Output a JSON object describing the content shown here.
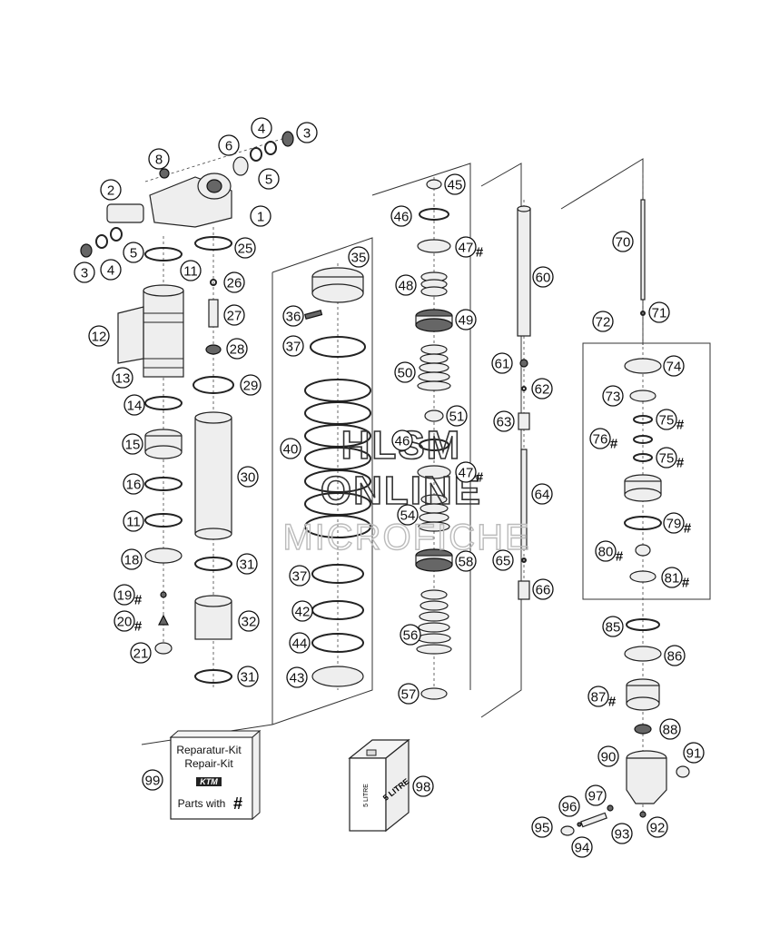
{
  "callouts": [
    {
      "n": "1"
    },
    {
      "n": "2"
    },
    {
      "n": "3"
    },
    {
      "n": "4"
    },
    {
      "n": "5"
    },
    {
      "n": "6"
    },
    {
      "n": "3"
    },
    {
      "n": "4"
    },
    {
      "n": "5"
    },
    {
      "n": "8"
    },
    {
      "n": "11"
    },
    {
      "n": "12"
    },
    {
      "n": "13"
    },
    {
      "n": "14"
    },
    {
      "n": "15"
    },
    {
      "n": "16"
    },
    {
      "n": "11"
    },
    {
      "n": "18"
    },
    {
      "n": "19",
      "hash": true
    },
    {
      "n": "20",
      "hash": true
    },
    {
      "n": "21"
    },
    {
      "n": "25"
    },
    {
      "n": "26"
    },
    {
      "n": "27"
    },
    {
      "n": "28"
    },
    {
      "n": "29"
    },
    {
      "n": "30"
    },
    {
      "n": "31"
    },
    {
      "n": "32"
    },
    {
      "n": "31"
    },
    {
      "n": "35"
    },
    {
      "n": "36"
    },
    {
      "n": "37"
    },
    {
      "n": "40"
    },
    {
      "n": "37"
    },
    {
      "n": "42"
    },
    {
      "n": "44"
    },
    {
      "n": "43"
    },
    {
      "n": "45"
    },
    {
      "n": "46"
    },
    {
      "n": "47",
      "hash": true
    },
    {
      "n": "48"
    },
    {
      "n": "49"
    },
    {
      "n": "50"
    },
    {
      "n": "51"
    },
    {
      "n": "46"
    },
    {
      "n": "47",
      "hash": true
    },
    {
      "n": "54"
    },
    {
      "n": "58"
    },
    {
      "n": "56"
    },
    {
      "n": "57"
    },
    {
      "n": "60"
    },
    {
      "n": "61"
    },
    {
      "n": "62"
    },
    {
      "n": "63"
    },
    {
      "n": "64"
    },
    {
      "n": "65"
    },
    {
      "n": "66"
    },
    {
      "n": "70"
    },
    {
      "n": "71"
    },
    {
      "n": "72"
    },
    {
      "n": "74"
    },
    {
      "n": "73"
    },
    {
      "n": "75",
      "hash": true
    },
    {
      "n": "76",
      "hash": true
    },
    {
      "n": "75",
      "hash": true
    },
    {
      "n": "79",
      "hash": true
    },
    {
      "n": "80",
      "hash": true
    },
    {
      "n": "81",
      "hash": true
    },
    {
      "n": "85"
    },
    {
      "n": "86"
    },
    {
      "n": "87",
      "hash": true
    },
    {
      "n": "88"
    },
    {
      "n": "90"
    },
    {
      "n": "91"
    },
    {
      "n": "96"
    },
    {
      "n": "97"
    },
    {
      "n": "95"
    },
    {
      "n": "94"
    },
    {
      "n": "93"
    },
    {
      "n": "92"
    },
    {
      "n": "99"
    },
    {
      "n": "98"
    }
  ],
  "hash_symbol": "#",
  "repair_kit": {
    "line1": "Reparatur-Kit",
    "line2": "Repair-Kit",
    "brand": "KTM",
    "parts_with": "Parts with",
    "hash": "#"
  },
  "oil_can": {
    "label": "5 LITRE",
    "side_label": "5 LITRE"
  },
  "watermark": {
    "line1": "HLSM",
    "line2": "ONLINE",
    "line3": "MICROFICHE"
  },
  "colors": {
    "ink": "#111111",
    "paper": "#ffffff",
    "watermark_light": "#bbbbbb"
  }
}
